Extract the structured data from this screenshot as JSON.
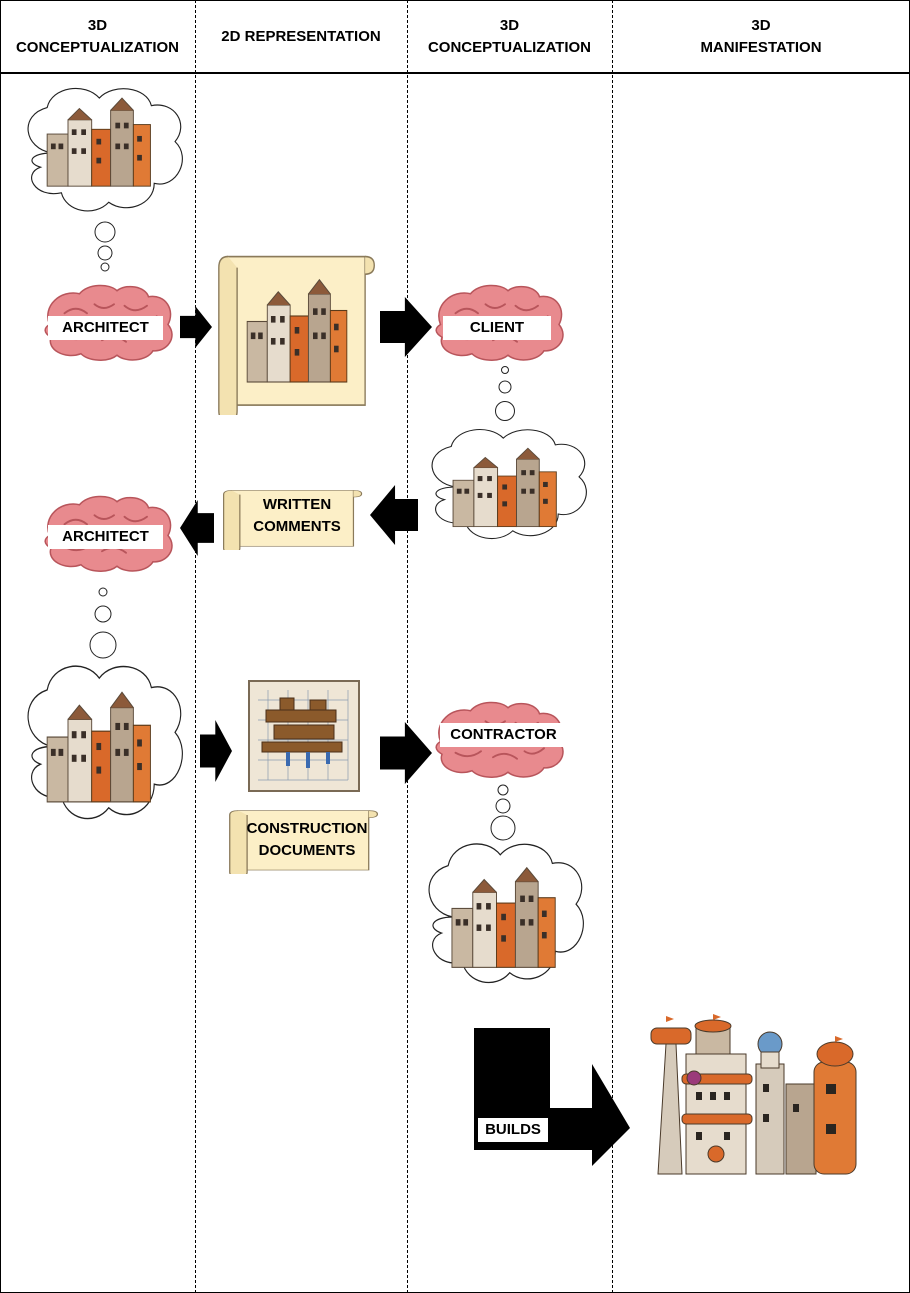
{
  "columns": [
    {
      "title": "3D\nCONCEPTUALIZATION"
    },
    {
      "title": "2D REPRESENTATION"
    },
    {
      "title": "3D\nCONCEPTUALIZATION"
    },
    {
      "title": "3D\nMANIFESTATION"
    }
  ],
  "nodes": {
    "architect_1": "ARCHITECT",
    "client": "CLIENT",
    "written_comments": "WRITTEN\nCOMMENTS",
    "architect_2": "ARCHITECT",
    "contractor": "CONTRACTOR",
    "construction_documents": "CONSTRUCTION\nDOCUMENTS",
    "builds": "BUILDS"
  },
  "colors": {
    "brain": "#e88a8e",
    "brain_dark": "#c45e63",
    "scroll": "#fcefc7",
    "arrow": "#000000",
    "building_orange": "#d9692a",
    "building_stone": "#b8a58f"
  }
}
